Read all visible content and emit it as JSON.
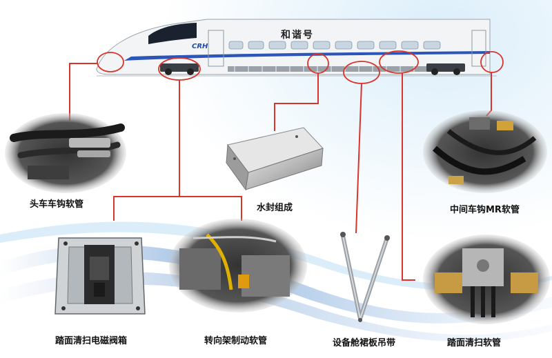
{
  "train": {
    "name": "和谐号",
    "logo_text": "CRH"
  },
  "labels": {
    "head_coupler_hose": "头车车钩软管",
    "water_seal_assembly": "水封组成",
    "middle_coupler_mr_hose": "中间车钩MR软管",
    "track_cleaner_valve_box": "踏面清扫电磁阀箱",
    "bogie_brake_hose": "转向架制动软管",
    "skirt_panel_strap": "设备舱裙板吊带",
    "track_cleaner_hose": "踏面清扫软管"
  },
  "colors": {
    "callout": "#d9342b",
    "train_stripe": "#2c55b8",
    "train_body": "#f2f4f6"
  }
}
